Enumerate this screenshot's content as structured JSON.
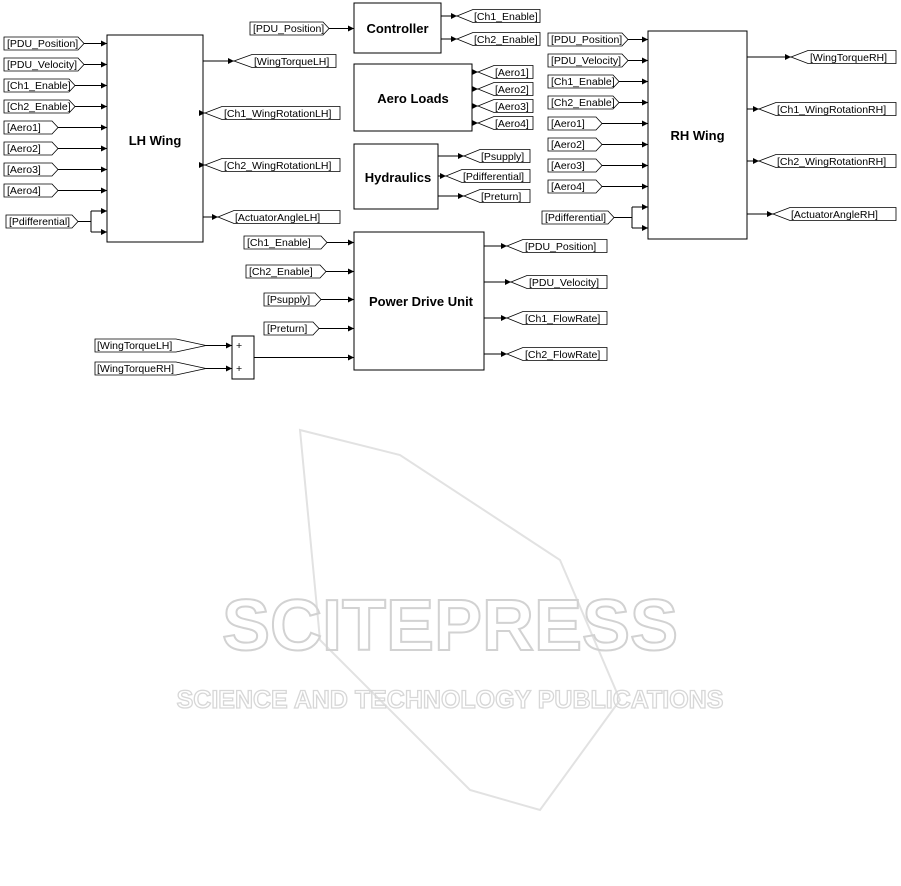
{
  "blocks": {
    "lh_wing": "LH Wing",
    "rh_wing": "RH Wing",
    "controller": "Controller",
    "aero_loads": "Aero Loads",
    "hydraulics": "Hydraulics",
    "pdu": "Power Drive Unit",
    "sum_sign_1": "+",
    "sum_sign_2": "+"
  },
  "lh_inputs": [
    "[PDU_Position]",
    "[PDU_Velocity]",
    "[Ch1_Enable]",
    "[Ch2_Enable]",
    "[Aero1]",
    "[Aero2]",
    "[Aero3]",
    "[Aero4]",
    "[Pdifferential]"
  ],
  "lh_outputs": [
    "[WingTorqueLH]",
    "[Ch1_WingRotationLH]",
    "[Ch2_WingRotationLH]",
    "[ActuatorAngleLH]"
  ],
  "rh_inputs": [
    "[PDU_Position]",
    "[PDU_Velocity]",
    "[Ch1_Enable]",
    "[Ch2_Enable]",
    "[Aero1]",
    "[Aero2]",
    "[Aero3]",
    "[Aero4]",
    "[Pdifferential]"
  ],
  "rh_outputs": [
    "[WingTorqueRH]",
    "[Ch1_WingRotationRH]",
    "[Ch2_WingRotationRH]",
    "[ActuatorAngleRH]"
  ],
  "controller_input": "[PDU_Position]",
  "controller_outputs": [
    "[Ch1_Enable]",
    "[Ch2_Enable]"
  ],
  "aero_outputs": [
    "[Aero1]",
    "[Aero2]",
    "[Aero3]",
    "[Aero4]"
  ],
  "hydraulics_outputs": [
    "[Psupply]",
    "[Pdifferential]",
    "[Preturn]"
  ],
  "pdu_inputs": [
    "[Ch1_Enable]",
    "[Ch2_Enable]",
    "[Psupply]",
    "[Preturn]"
  ],
  "pdu_outputs": [
    "[PDU_Position]",
    "[PDU_Velocity]",
    "[Ch1_FlowRate]",
    "[Ch2_FlowRate]"
  ],
  "sum_inputs": [
    "[WingTorqueLH]",
    "[WingTorqueRH]"
  ],
  "watermark": {
    "main": "SCITEPRESS",
    "sub": "SCIENCE AND TECHNOLOGY PUBLICATIONS"
  }
}
